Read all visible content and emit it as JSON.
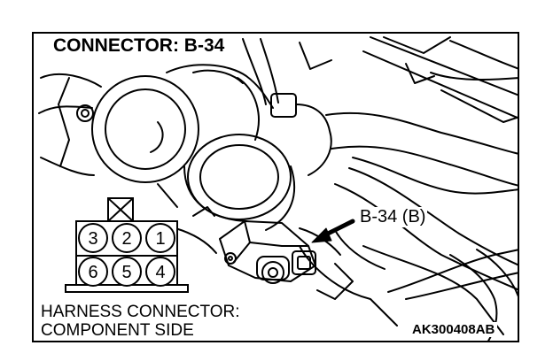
{
  "title": "CONNECTOR: B-34",
  "callout_label": "B-34 (B)",
  "caption": {
    "line1": "HARNESS CONNECTOR:",
    "line2": "COMPONENT SIDE"
  },
  "figure_code": "AK300408AB",
  "connector": {
    "top_row": [
      "3",
      "2",
      "1"
    ],
    "bottom_row": [
      "6",
      "5",
      "4"
    ]
  }
}
